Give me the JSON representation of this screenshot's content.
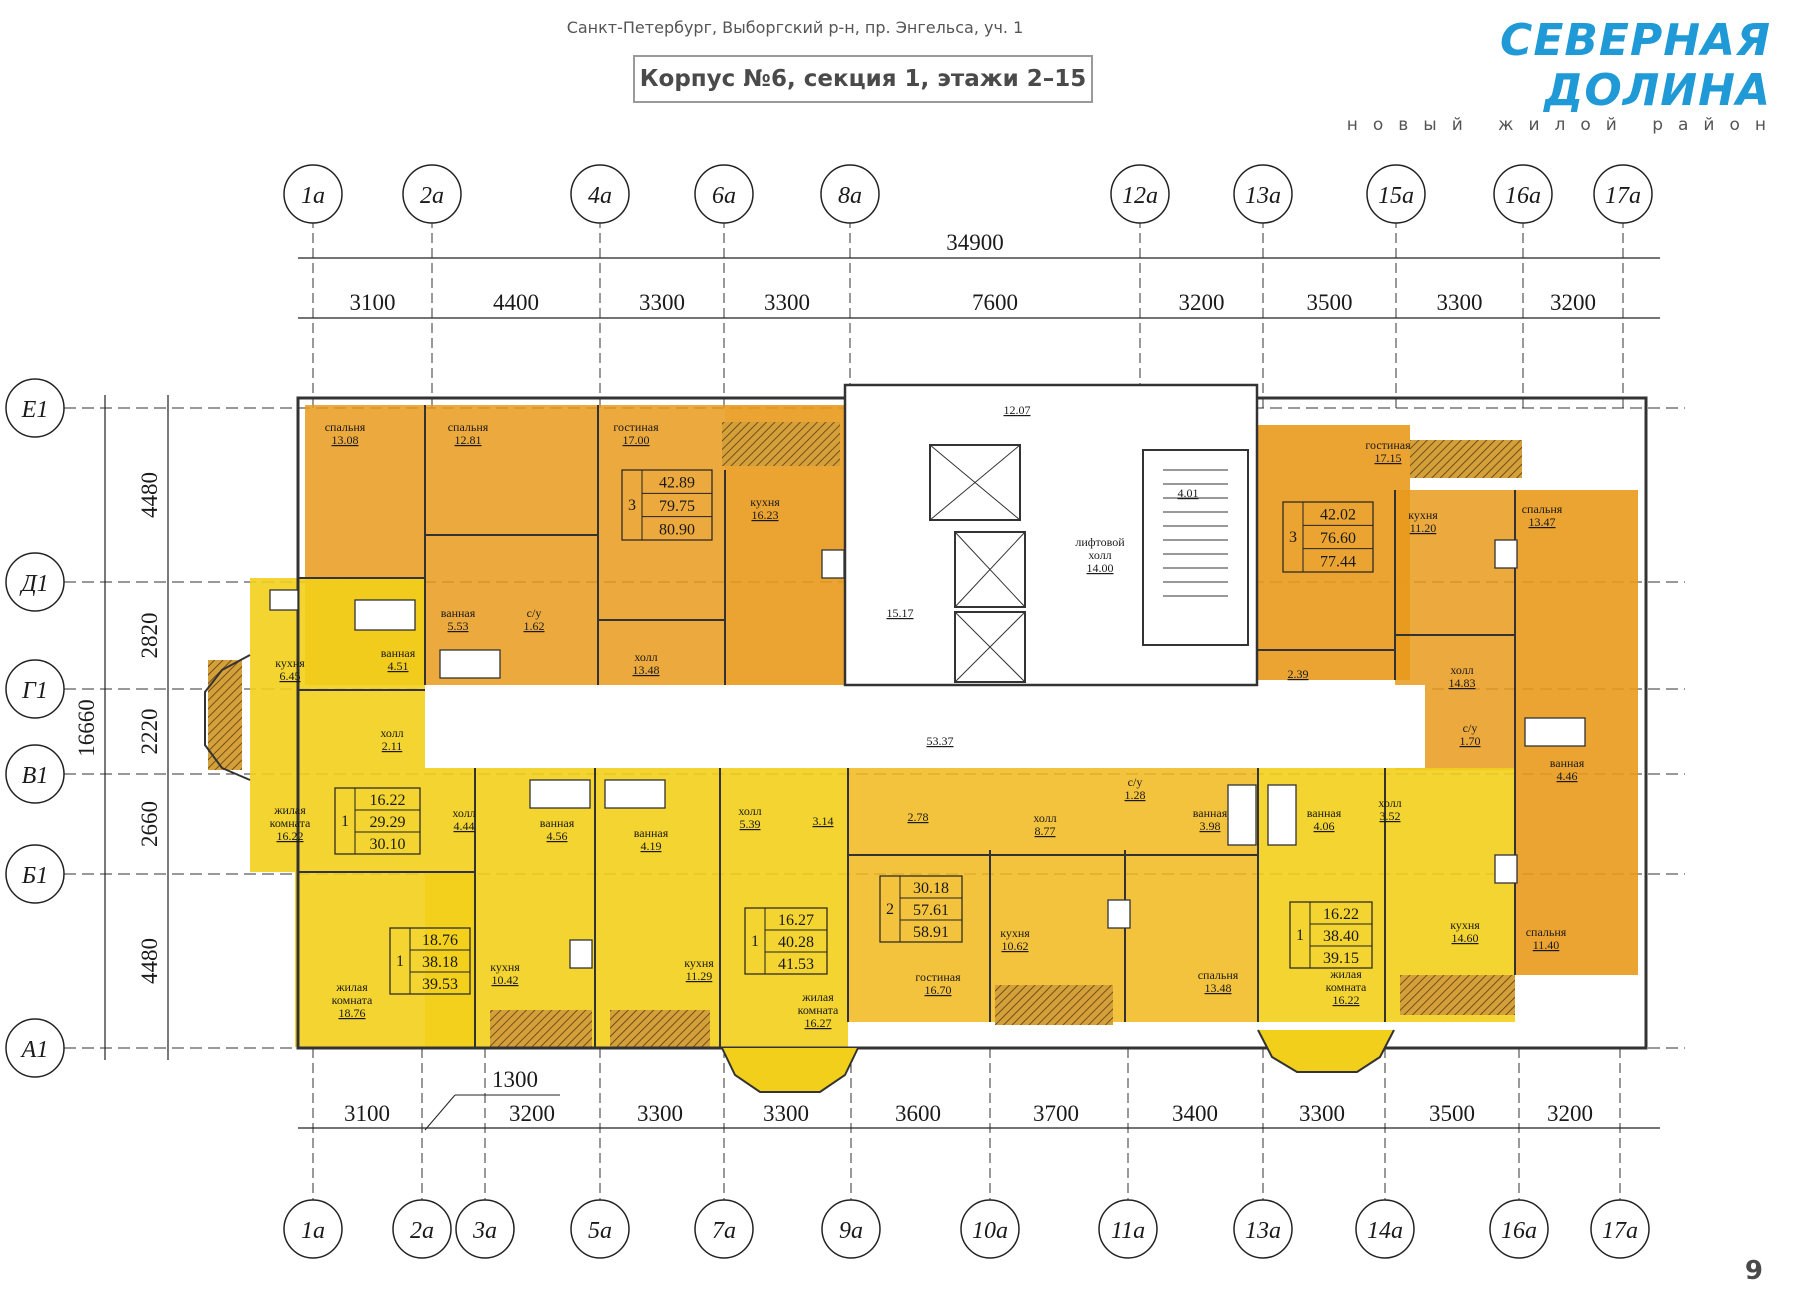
{
  "header": {
    "address": "Санкт-Петербург, Выборгский р-н, пр. Энгельса, уч. 1",
    "title": "Корпус №6, секция 1, этажи 2–15"
  },
  "logo": {
    "name": "СЕВЕРНАЯ ДОЛИНА",
    "tagline": "новый жилой район"
  },
  "page_number": "9",
  "colors": {
    "three_room": "#e99a1c",
    "one_room": "#f2cf1a",
    "two_room": "#f2b81c",
    "logo_blue": "#1f9ad6"
  },
  "axes": {
    "top": [
      "1а",
      "2а",
      "4а",
      "6а",
      "8а",
      "12а",
      "13а",
      "15а",
      "16а",
      "17а"
    ],
    "bottom": [
      "1а",
      "2а",
      "3а",
      "5а",
      "7а",
      "9а",
      "10а",
      "11а",
      "13а",
      "14а",
      "16а",
      "17а"
    ],
    "left": [
      "Е1",
      "Д1",
      "Г1",
      "В1",
      "Б1",
      "А1"
    ]
  },
  "dimensions": {
    "total": "34900",
    "top": [
      "3100",
      "4400",
      "3300",
      "3300",
      "7600",
      "3200",
      "3500",
      "3300",
      "3200"
    ],
    "bottom": [
      "3100",
      "3200",
      "3300",
      "3300",
      "3600",
      "3700",
      "3400",
      "3300",
      "3500",
      "3200"
    ],
    "bottom_offset": "1300",
    "left_total": "16660",
    "left": [
      "4480",
      "2820",
      "2220",
      "2660",
      "4480"
    ]
  },
  "apartments": [
    {
      "id": "3-left",
      "rooms": "3",
      "values": [
        "42.89",
        "79.75",
        "80.90"
      ]
    },
    {
      "id": "3-right",
      "rooms": "3",
      "values": [
        "42.02",
        "76.60",
        "77.44"
      ]
    },
    {
      "id": "1-a",
      "rooms": "1",
      "values": [
        "16.22",
        "29.29",
        "30.10"
      ]
    },
    {
      "id": "1-b",
      "rooms": "1",
      "values": [
        "18.76",
        "38.18",
        "39.53"
      ]
    },
    {
      "id": "1-c",
      "rooms": "1",
      "values": [
        "16.27",
        "40.28",
        "41.53"
      ]
    },
    {
      "id": "2-a",
      "rooms": "2",
      "values": [
        "30.18",
        "57.61",
        "58.91"
      ]
    },
    {
      "id": "1-d",
      "rooms": "1",
      "values": [
        "16.22",
        "38.40",
        "39.15"
      ]
    }
  ],
  "rooms": [
    {
      "name": "спальня",
      "area": "13.08"
    },
    {
      "name": "спальня",
      "area": "12.81"
    },
    {
      "name": "гостиная",
      "area": "17.00"
    },
    {
      "name": "кухня",
      "area": "16.23"
    },
    {
      "name": "ванная",
      "area": "5.53"
    },
    {
      "name": "с/у",
      "area": "1.62"
    },
    {
      "name": "холл",
      "area": "13.48"
    },
    {
      "name": "",
      "area": "12.07"
    },
    {
      "name": "",
      "area": "4.01"
    },
    {
      "name": "лифтовой холл",
      "area": "14.00"
    },
    {
      "name": "",
      "area": "15.17"
    },
    {
      "name": "",
      "area": "53.37"
    },
    {
      "name": "гостиная",
      "area": "17.15"
    },
    {
      "name": "кухня",
      "area": "11.20"
    },
    {
      "name": "спальня",
      "area": "13.47"
    },
    {
      "name": "",
      "area": "2.39"
    },
    {
      "name": "холл",
      "area": "14.83"
    },
    {
      "name": "с/у",
      "area": "1.70"
    },
    {
      "name": "ванная",
      "area": "4.46"
    },
    {
      "name": "спальня",
      "area": "11.40"
    },
    {
      "name": "кухня",
      "area": "14.60"
    },
    {
      "name": "жилая комната",
      "area": "16.22"
    },
    {
      "name": "ванная",
      "area": "4.06"
    },
    {
      "name": "холл",
      "area": "3.52"
    },
    {
      "name": "ванная",
      "area": "3.98"
    },
    {
      "name": "с/у",
      "area": "1.28"
    },
    {
      "name": "холл",
      "area": "8.77"
    },
    {
      "name": "кухня",
      "area": "10.62"
    },
    {
      "name": "спальня",
      "area": "13.48"
    },
    {
      "name": "гостиная",
      "area": "16.70"
    },
    {
      "name": "",
      "area": "2.78"
    },
    {
      "name": "",
      "area": "3.14"
    },
    {
      "name": "холл",
      "area": "5.39"
    },
    {
      "name": "жилая комната",
      "area": "16.27"
    },
    {
      "name": "ванная",
      "area": "4.19"
    },
    {
      "name": "кухня",
      "area": "11.29"
    },
    {
      "name": "ванная",
      "area": "4.56"
    },
    {
      "name": "холл",
      "area": "4.44"
    },
    {
      "name": "кухня",
      "area": "10.42"
    },
    {
      "name": "жилая комната",
      "area": "18.76"
    },
    {
      "name": "кухня",
      "area": "6.45"
    },
    {
      "name": "ванная",
      "area": "4.51"
    },
    {
      "name": "холл",
      "area": "2.11"
    },
    {
      "name": "жилая комната",
      "area": "16.22"
    }
  ]
}
